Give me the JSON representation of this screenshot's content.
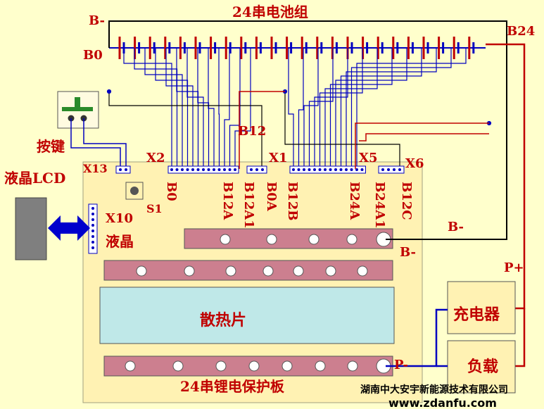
{
  "title": "24串电池组",
  "battery_labels": {
    "neg_top": "B-",
    "b0": "B0",
    "b24": "B24"
  },
  "board_title": "24串锂电保护板",
  "button_label": "按键",
  "lcd_label": "液晶LCD",
  "lcd_conn_label": "液晶",
  "connectors": {
    "x13": "X13",
    "x2": "X2",
    "x1": "X1",
    "x5": "X5",
    "x6": "X6",
    "x10": "X10"
  },
  "switch_label": "S1",
  "pin_labels": [
    "B0",
    "B12A",
    "B12A1",
    "B0A",
    "B12B",
    "B24A",
    "B24A1",
    "B12C"
  ],
  "tap_label_b12": "B12",
  "heatsink_label": "散热片",
  "terminals": {
    "b_minus_right": "B-",
    "b_minus_board": "B-",
    "p_plus": "P+",
    "p_minus": "P-"
  },
  "charger_label": "充电器",
  "load_label": "负载",
  "footer": {
    "company": "湖南中大安宇新能源技术有限公司",
    "url": "www.zdanfu.com"
  },
  "colors": {
    "background": "#ffffcc",
    "wire_blue": "#0000c0",
    "wire_red": "#c00000",
    "bar_pink": "#cc7f8f",
    "heatsink": "#bfe8e8",
    "lcd_gray": "#7f7f7f"
  }
}
